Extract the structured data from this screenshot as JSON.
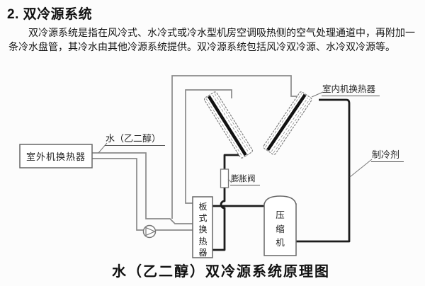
{
  "document": {
    "title": "2. 双冷源系统",
    "body": "双冷源系统是指在风冷式、水冷式或冷水型机房空调吸热侧的空气处理通道中，再附加一条冷水盘管，其冷水由其他冷源系统提供。双冷源系统包括风冷双冷源、水冷双冷源等。"
  },
  "diagram": {
    "caption": "水（乙二醇）双冷源系统原理图",
    "labels": {
      "outdoor_unit_hx": "室外机换热器",
      "water_glycol": "水（乙二醇）",
      "indoor_unit_hx": "室内机换热器",
      "refrigerant": "制冷剂",
      "expansion_valve": "膨胀阀",
      "plate_hx": "板式换热器",
      "compressor": "压缩机"
    },
    "colors": {
      "water_pipe": "#8a8a8a",
      "refrigerant_pipe": "#1c1c1c",
      "outline": "#666666",
      "text": "#1a1a1a"
    }
  }
}
